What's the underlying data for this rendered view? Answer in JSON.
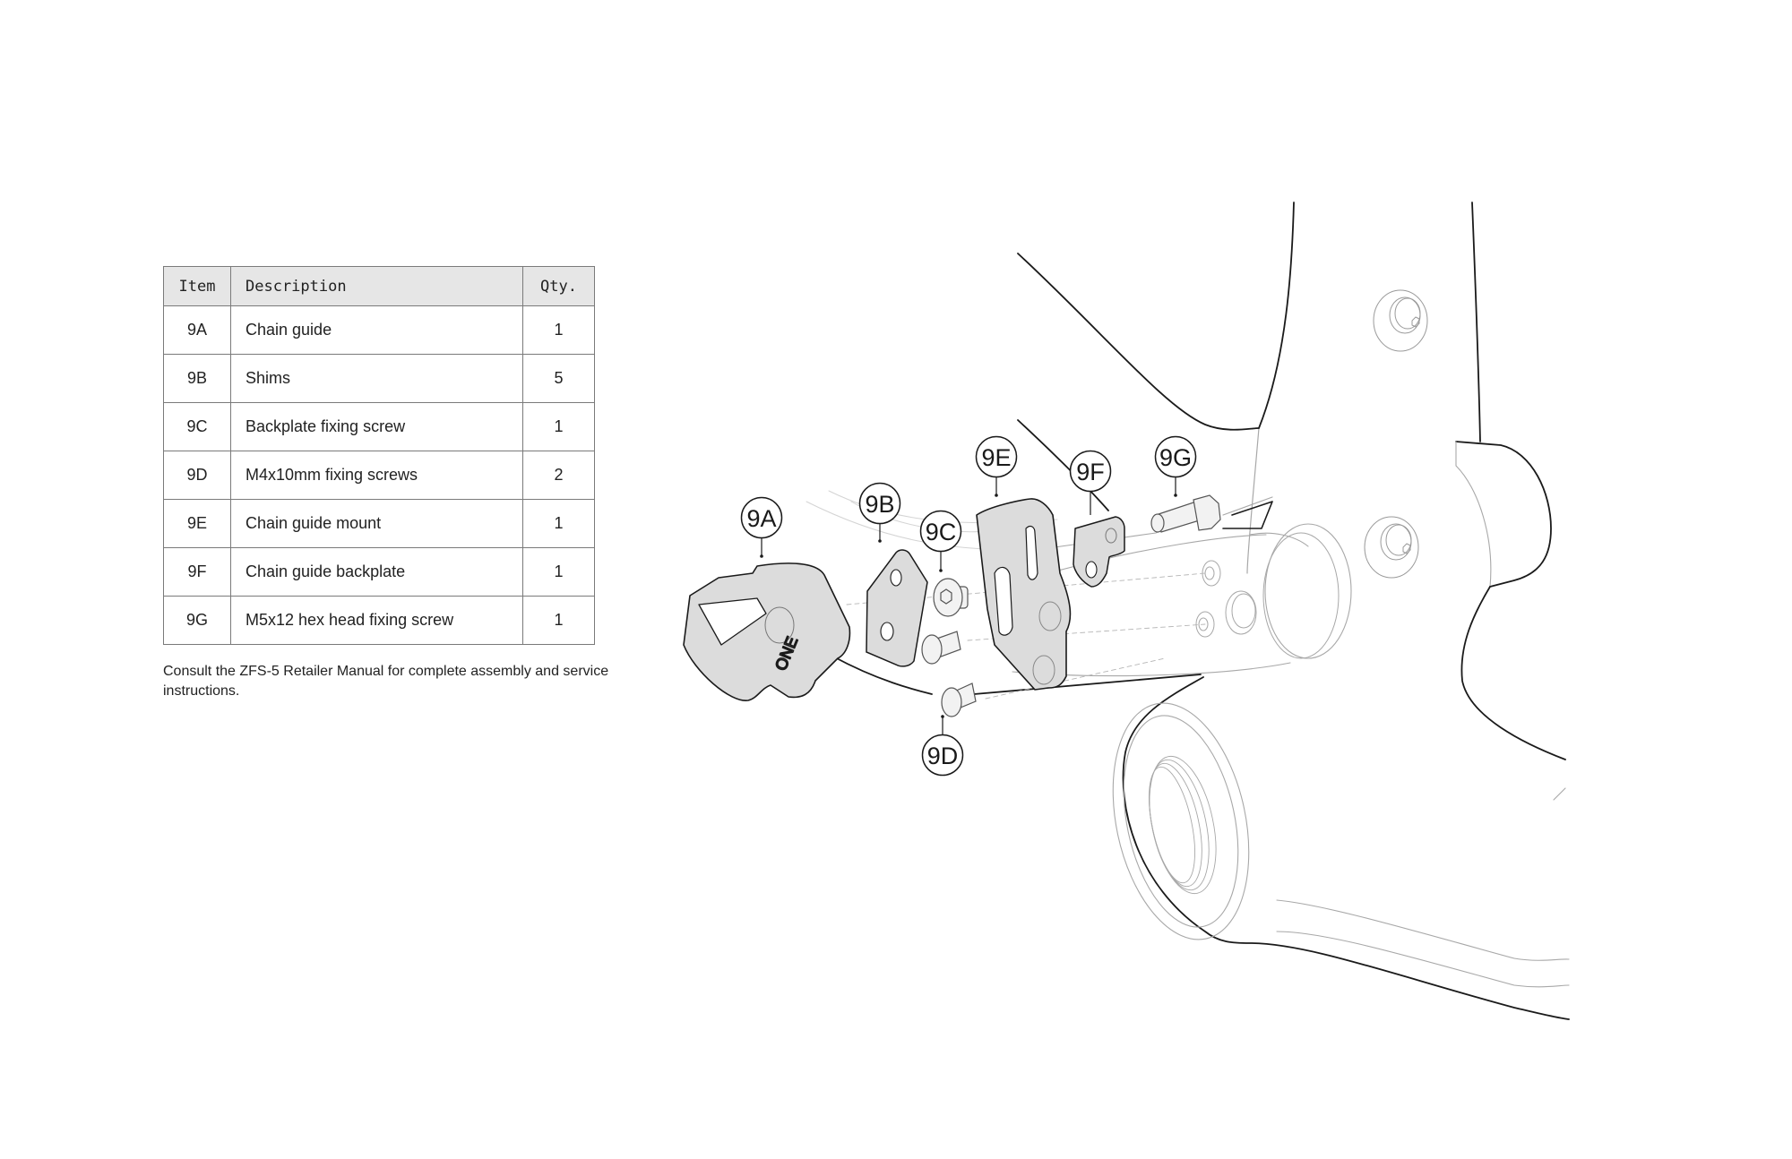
{
  "parts_table": {
    "headers": {
      "item": "Item",
      "description": "Description",
      "qty": "Qty."
    },
    "rows": [
      {
        "item": "9A",
        "description": "Chain guide",
        "qty": "1"
      },
      {
        "item": "9B",
        "description": "Shims",
        "qty": "5"
      },
      {
        "item": "9C",
        "description": "Backplate fixing screw",
        "qty": "1"
      },
      {
        "item": "9D",
        "description": "M4x10mm fixing screws",
        "qty": "2"
      },
      {
        "item": "9E",
        "description": "Chain guide mount",
        "qty": "1"
      },
      {
        "item": "9F",
        "description": "Chain guide backplate",
        "qty": "1"
      },
      {
        "item": "9G",
        "description": "M5x12 hex head fixing screw",
        "qty": "1"
      }
    ]
  },
  "footnote": "Consult the ZFS-5 Retailer Manual for complete assembly and service instructions.",
  "diagram": {
    "callouts": [
      {
        "label": "9A",
        "part": "Chain guide"
      },
      {
        "label": "9B",
        "part": "Shims"
      },
      {
        "label": "9C",
        "part": "Backplate fixing screw"
      },
      {
        "label": "9D",
        "part": "M4x10mm fixing screws"
      },
      {
        "label": "9E",
        "part": "Chain guide mount"
      },
      {
        "label": "9F",
        "part": "Chain guide backplate"
      },
      {
        "label": "9G",
        "part": "M5x12 hex head fixing screw"
      }
    ],
    "colors": {
      "line": "#1a1a1a",
      "light_line": "#a8a8a8",
      "part_fill": "#dcdcdc",
      "header_fill": "#e6e6e6"
    }
  }
}
